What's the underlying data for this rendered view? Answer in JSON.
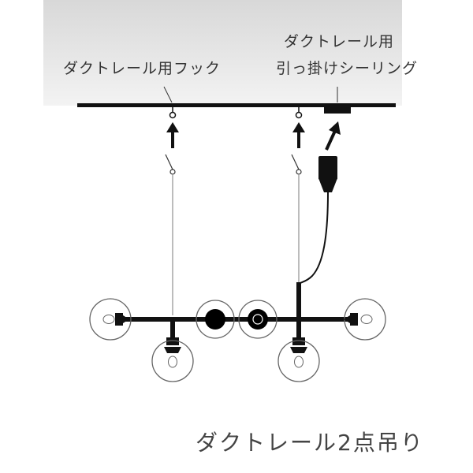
{
  "labels": {
    "hook": "ダクトレール用フック",
    "ceiling_line1": "ダクトレール用",
    "ceiling_line2": "引っ掛けシーリング"
  },
  "caption": "ダクトレール2点吊り",
  "colors": {
    "ceiling_top": "#dedede",
    "ceiling_bottom": "#f4f4f4",
    "rail": "#111111",
    "wire": "#999999",
    "fixture": "#111111",
    "globe": "#666666",
    "text": "#333333"
  },
  "icons": [
    "hook-icon",
    "arrow-up-icon",
    "plug-icon",
    "bulb-icon",
    "cap-icon"
  ]
}
